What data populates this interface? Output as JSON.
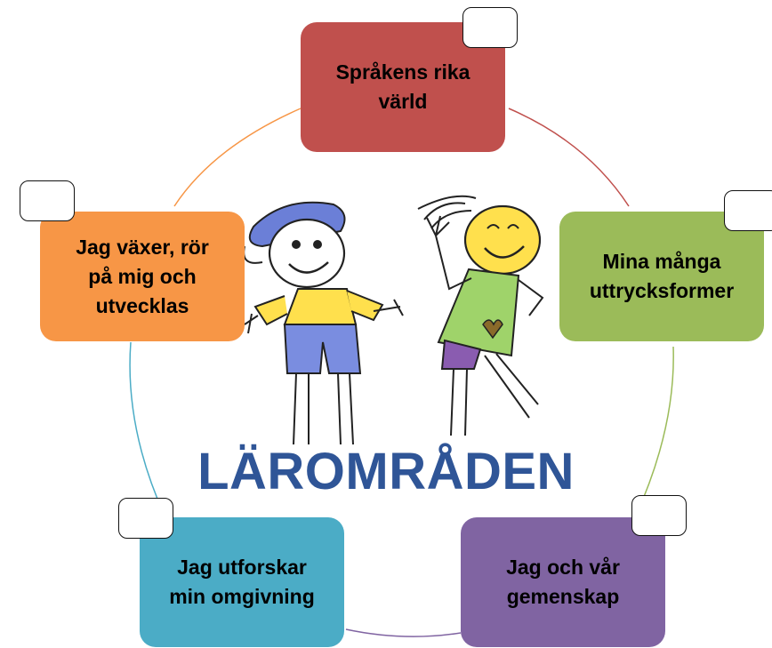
{
  "title": "LÄROMRÅDEN",
  "areas": [
    {
      "label": "Språkens rika\nvärld",
      "color": "#c0504d"
    },
    {
      "label": "Mina många\nuttrycksformer",
      "color": "#9bbb59"
    },
    {
      "label": "Jag och vår\ngemenskap",
      "color": "#8064a2"
    },
    {
      "label": "Jag utforskar\nmin omgivning",
      "color": "#4bacc6"
    },
    {
      "label": "Jag växer, rör\npå mig och\nutvecklas",
      "color": "#f79646"
    }
  ],
  "colors": {
    "title": "#2f5597",
    "text": "#000000",
    "checkbox_border": "#111111"
  }
}
